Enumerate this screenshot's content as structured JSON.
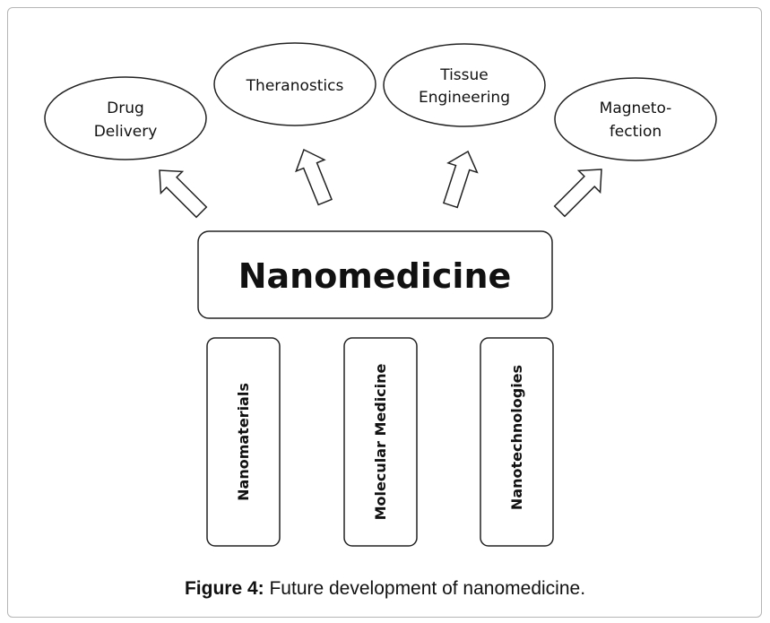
{
  "diagram": {
    "center": {
      "label": "Nanomedicine"
    },
    "applications": [
      {
        "lines": [
          "Drug",
          "Delivery"
        ]
      },
      {
        "lines": [
          "Theranostics"
        ]
      },
      {
        "lines": [
          "Tissue",
          "Engineering"
        ]
      },
      {
        "lines": [
          "Magneto-",
          "fection"
        ]
      }
    ],
    "foundations": [
      {
        "label": "Nanomaterials"
      },
      {
        "label": "Molecular Medicine"
      },
      {
        "label": "Nanotechnologies"
      }
    ],
    "colors": {
      "stroke": "#222222",
      "text": "#111111",
      "frame": "#b5b5b5"
    }
  },
  "caption": {
    "label": "Figure 4:",
    "text": " Future development of nanomedicine."
  }
}
